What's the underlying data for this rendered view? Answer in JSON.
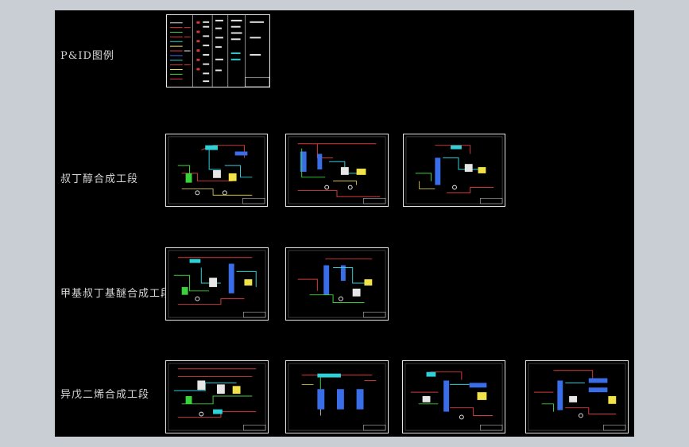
{
  "drawing": {
    "background_color": "#000000",
    "frame_color": "#c9cdd4",
    "sections": [
      {
        "id": "legend",
        "label": "P&ID图例",
        "sheets": 1
      },
      {
        "id": "butanol",
        "label": "叔丁醇合成工段",
        "sheets": 3
      },
      {
        "id": "mtbe",
        "label": "甲基叔丁基醚合成工段",
        "sheets": 2
      },
      {
        "id": "isoprene",
        "label": "异戊二烯合成工段",
        "sheets": 4
      }
    ]
  },
  "line_colors": {
    "process": "#d63a3a",
    "utility": "#2fd0d8",
    "instrument": "#f2e24a",
    "equipment": "#3a6ee8",
    "green": "#3ad23a",
    "white": "#e6e6e6"
  }
}
